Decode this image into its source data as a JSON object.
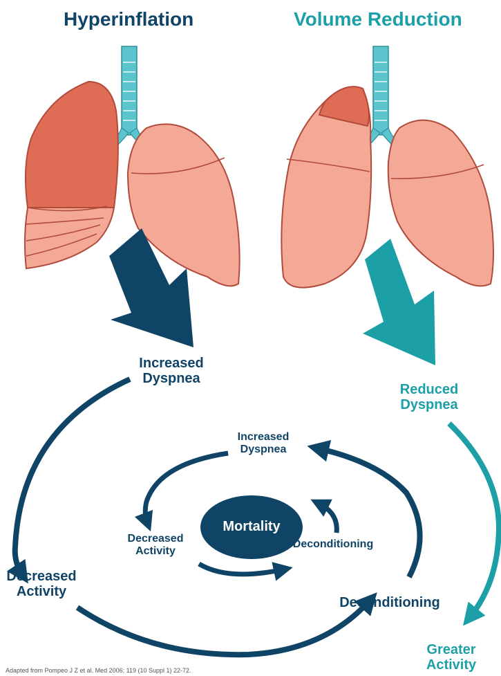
{
  "titles": {
    "left": "Hyperinflation",
    "right": "Volume Reduction"
  },
  "labels": {
    "outer_increased_dyspnea": "Increased\nDyspnea",
    "outer_decreased_activity": "Decreased\nActivity",
    "outer_deconditioning": "Deconditioning",
    "inner_increased_dyspnea": "Increased\nDyspnea",
    "inner_decreased_activity": "Decreased\nActivity",
    "inner_deconditioning": "Deconditioning",
    "mortality": "Mortality",
    "reduced_dyspnea": "Reduced\nDyspnea",
    "greater_activity": "Greater\nActivity"
  },
  "citation": "Adapted from Pompeo J Z et al. Med 2006; 119 (10 Suppl 1) 22-72.",
  "colors": {
    "navy": "#0f4466",
    "teal": "#1d9fa8",
    "lung_light": "#f4a996",
    "lung_dark": "#df6c55",
    "lung_outline": "#b24a3b",
    "trachea": "#5cc4cc",
    "trachea_outline": "#2d8f99"
  }
}
